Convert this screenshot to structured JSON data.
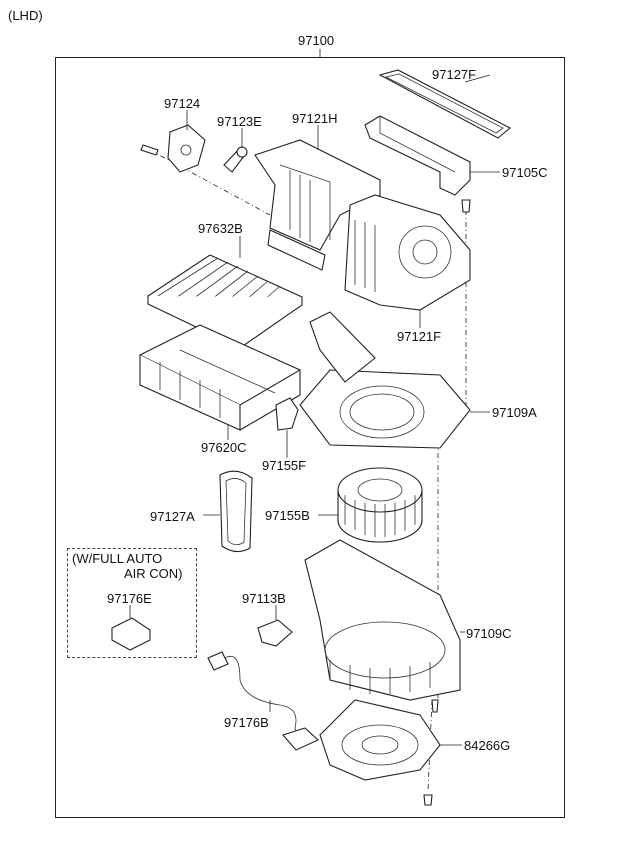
{
  "header": {
    "variant": "(LHD)"
  },
  "assembly": {
    "part_number": "97100"
  },
  "inset": {
    "line1": "(W/FULL AUTO",
    "line2": "AIR CON)"
  },
  "parts": {
    "p97127F": "97127F",
    "p97124": "97124",
    "p97123E": "97123E",
    "p97121H": "97121H",
    "p97105C": "97105C",
    "p97632B": "97632B",
    "p97121F": "97121F",
    "p97109A": "97109A",
    "p97620C": "97620C",
    "p97155F": "97155F",
    "p97127A": "97127A",
    "p97155B": "97155B",
    "p97176E": "97176E",
    "p97113B": "97113B",
    "p97109C": "97109C",
    "p97176B": "97176B",
    "p84266G": "84266G"
  }
}
